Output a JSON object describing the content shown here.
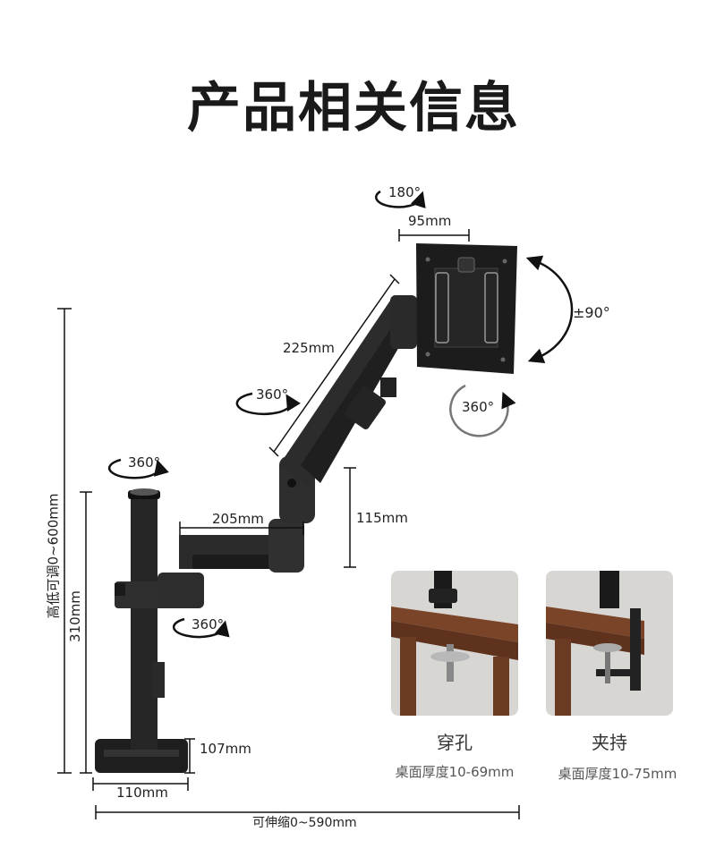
{
  "title": "产品相关信息",
  "dimensions": {
    "vesa": "95mm",
    "arm_upper": "225mm",
    "arm_lower": "205mm",
    "arm_rise": "115mm",
    "height_range": "高低可调0~600mm",
    "pole_height": "310mm",
    "base_height": "107mm",
    "base_width": "110mm",
    "extension": "可伸缩0~590mm"
  },
  "rotations": {
    "head_tilt": "180°",
    "head_swivel": "±90°",
    "head_rotate": "360°",
    "arm_upper_rotate": "360°",
    "pole_top_rotate": "360°",
    "arm_lower_rotate": "360°"
  },
  "mounting": [
    {
      "name": "穿孔",
      "spec": "桌面厚度10-69mm"
    },
    {
      "name": "夹持",
      "spec": "桌面厚度10-75mm"
    }
  ],
  "colors": {
    "arm": "#2b2b2b",
    "wood": "#6b3a22",
    "wall": "#d8d6d2"
  }
}
